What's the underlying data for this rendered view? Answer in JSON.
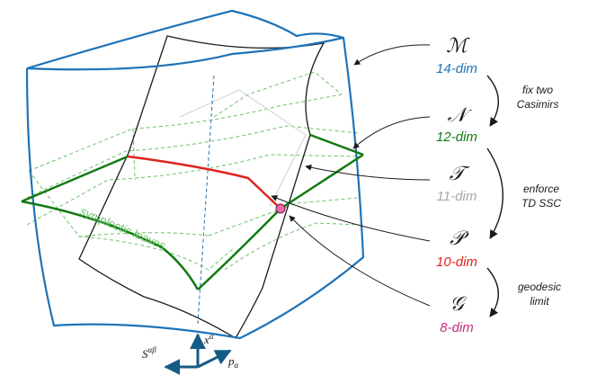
{
  "colors": {
    "blue": "#1f73b7",
    "green": "#117a11",
    "red": "#e0231c",
    "grey": "#a6a6a6",
    "pink": "#c2307a",
    "dark_blue": "#165a86",
    "dashed_green": "#6cc36a",
    "black": "#1a1a1a"
  },
  "manifolds": [
    {
      "symbol": "ℳ",
      "dim": "14-dim",
      "color_key": "blue"
    },
    {
      "symbol": "𝒩",
      "dim": "12-dim",
      "color_key": "green"
    },
    {
      "symbol": "𝒯",
      "dim": "11-dim",
      "color_key": "grey"
    },
    {
      "symbol": "𝒫",
      "dim": "10-dim",
      "color_key": "red"
    },
    {
      "symbol": "𝒢",
      "dim": "8-dim",
      "color_key": "pink"
    }
  ],
  "steps": [
    {
      "line1": "fix two",
      "line2": "Casimirs"
    },
    {
      "line1": "enforce",
      "line2": "TD SSC"
    },
    {
      "line1": "geodesic",
      "line2": "limit"
    }
  ],
  "surface_label": "symplectic leaves",
  "axes": {
    "x": "x",
    "x_sup": "α",
    "p": "p",
    "p_sub": "α",
    "S": "S",
    "S_sup": "αβ"
  }
}
